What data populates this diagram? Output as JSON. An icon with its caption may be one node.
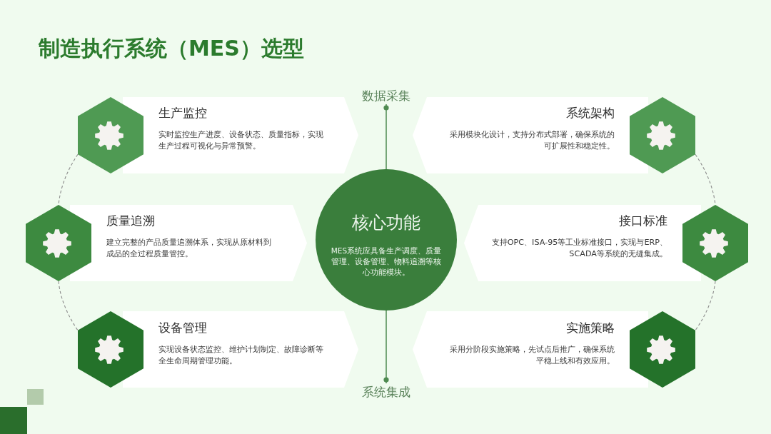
{
  "diagram": {
    "title": "制造执行系统（MES）选型",
    "nodes": [
      {
        "text": [],
        "shape": "hexagon"
      },
      {
        "text": [
          "生产监控",
          "实时监控生产进度、设备状态、质量指标，实现生产过程可视化与异常预警。"
        ]
      },
      {
        "text": [
          "数据采集"
        ]
      },
      {
        "text": [
          "系统架构",
          "采用模块化设计，支持分布式部署，确保系统的可扩展性和稳定性。"
        ]
      },
      {
        "text": [],
        "shape": "hexagon"
      },
      {
        "text": [],
        "shape": "hexagon"
      },
      {
        "text": [
          "质量追溯",
          "建立完整的产品质量追溯体系，实现从原材料到成品的全过程质量管控。"
        ]
      },
      {
        "text": [
          "核心功能",
          "MES系统应具备生产调度、质量管理、设备管理、物料追溯等核心功能模块。"
        ]
      },
      {
        "text": [
          "接口标准",
          "支持OPC、ISA-95等工业标准接口，实现与ERP、SCADA等系统的无缝集成。"
        ]
      },
      {
        "text": [],
        "shape": "hexagon"
      },
      {
        "text": [],
        "shape": "hexagon"
      },
      {
        "text": [
          "设备管理",
          "实现设备状态监控、维护计划制定、故障诊断等全生命周期管理功能。"
        ]
      },
      {
        "text": [
          "系统集成"
        ]
      },
      {
        "text": [
          "实施策略",
          "采用分阶段实施策略，先试点后推广，确保系统平稳上线和有效应用。"
        ]
      },
      {
        "text": [],
        "shape": "hexagon"
      }
    ],
    "edges": [
      {
        "from": 2,
        "to": 7,
        "arrow": "other",
        "color": "#4e8a50"
      },
      {
        "from": 12,
        "to": 7,
        "arrow": "other",
        "color": "#4e8a50"
      },
      {
        "from": 0,
        "to": 5,
        "arrow": "none",
        "style": "dashed"
      },
      {
        "from": 5,
        "to": 10,
        "arrow": "none",
        "style": "dashed"
      },
      {
        "from": 4,
        "to": 9,
        "arrow": "none",
        "style": "dashed"
      },
      {
        "from": 9,
        "to": 14,
        "arrow": "none",
        "style": "dashed"
      }
    ]
  }
}
